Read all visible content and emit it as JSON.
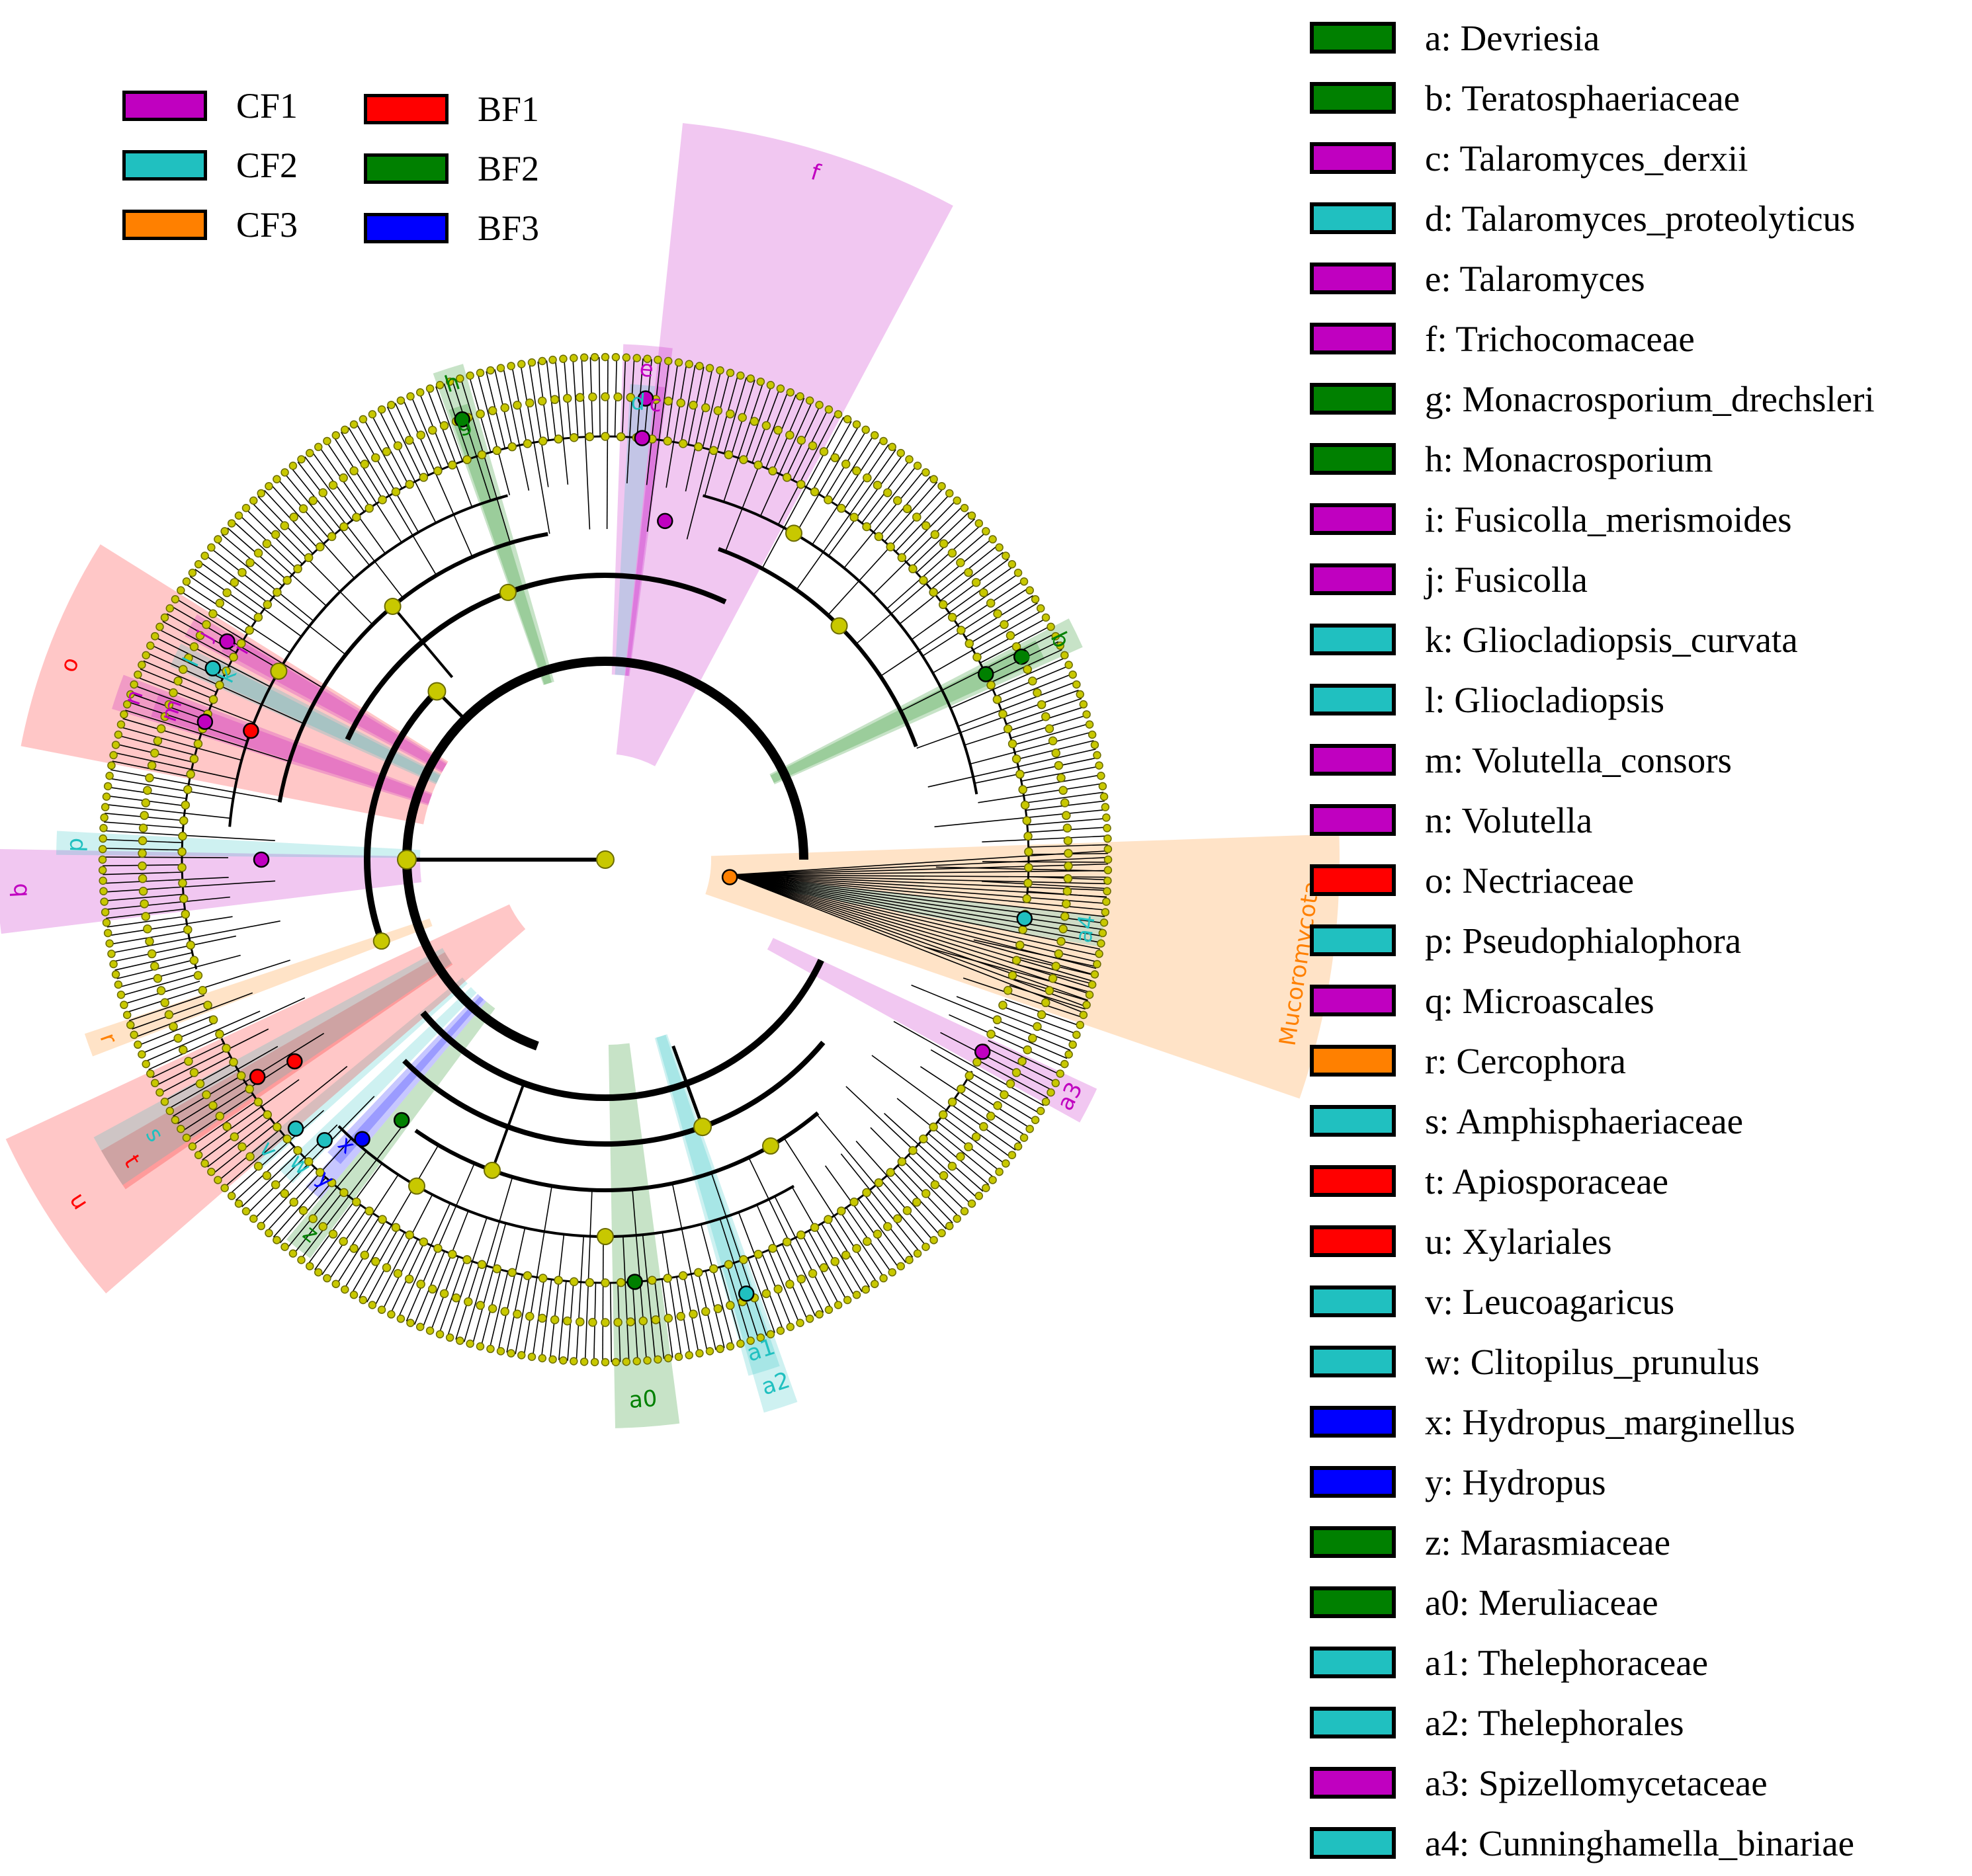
{
  "groups": [
    {
      "label": "CF1",
      "color": "#c000c0"
    },
    {
      "label": "CF2",
      "color": "#20c0c0"
    },
    {
      "label": "CF3",
      "color": "#ff8000"
    },
    {
      "label": "BF1",
      "color": "#ff0000"
    },
    {
      "label": "BF2",
      "color": "#008000"
    },
    {
      "label": "BF3",
      "color": "#0000ff"
    }
  ],
  "taxa": [
    {
      "key": "a",
      "text": "a: Devriesia",
      "group": "BF2"
    },
    {
      "key": "b",
      "text": "b: Teratosphaeriaceae",
      "group": "BF2"
    },
    {
      "key": "c",
      "text": "c: Talaromyces_derxii",
      "group": "CF1"
    },
    {
      "key": "d",
      "text": "d: Talaromyces_proteolyticus",
      "group": "CF2"
    },
    {
      "key": "e",
      "text": "e: Talaromyces",
      "group": "CF1"
    },
    {
      "key": "f",
      "text": "f: Trichocomaceae",
      "group": "CF1"
    },
    {
      "key": "g",
      "text": "g: Monacrosporium_drechsleri",
      "group": "BF2"
    },
    {
      "key": "h",
      "text": "h: Monacrosporium",
      "group": "BF2"
    },
    {
      "key": "i",
      "text": "i: Fusicolla_merismoides",
      "group": "CF1"
    },
    {
      "key": "j",
      "text": "j: Fusicolla",
      "group": "CF1"
    },
    {
      "key": "k",
      "text": "k: Gliocladiopsis_curvata",
      "group": "CF2"
    },
    {
      "key": "l",
      "text": "l: Gliocladiopsis",
      "group": "CF2"
    },
    {
      "key": "m",
      "text": "m: Volutella_consors",
      "group": "CF1"
    },
    {
      "key": "n",
      "text": "n: Volutella",
      "group": "CF1"
    },
    {
      "key": "o",
      "text": "o: Nectriaceae",
      "group": "BF1"
    },
    {
      "key": "p",
      "text": "p: Pseudophialophora",
      "group": "CF2"
    },
    {
      "key": "q",
      "text": "q: Microascales",
      "group": "CF1"
    },
    {
      "key": "r",
      "text": "r: Cercophora",
      "group": "CF3"
    },
    {
      "key": "s",
      "text": "s: Amphisphaeriaceae",
      "group": "CF2"
    },
    {
      "key": "t",
      "text": "t: Apiosporaceae",
      "group": "BF1"
    },
    {
      "key": "u",
      "text": "u: Xylariales",
      "group": "BF1"
    },
    {
      "key": "v",
      "text": "v: Leucoagaricus",
      "group": "CF2"
    },
    {
      "key": "w",
      "text": "w: Clitopilus_prunulus",
      "group": "CF2"
    },
    {
      "key": "x",
      "text": "x: Hydropus_marginellus",
      "group": "BF3"
    },
    {
      "key": "y",
      "text": "y: Hydropus",
      "group": "BF3"
    },
    {
      "key": "z",
      "text": "z: Marasmiaceae",
      "group": "BF2"
    },
    {
      "key": "a0",
      "text": "a0: Meruliaceae",
      "group": "BF2"
    },
    {
      "key": "a1",
      "text": "a1: Thelephoraceae",
      "group": "CF2"
    },
    {
      "key": "a2",
      "text": "a2: Thelephorales",
      "group": "CF2"
    },
    {
      "key": "a3",
      "text": "a3: Spizellomycetaceae",
      "group": "CF1"
    },
    {
      "key": "a4",
      "text": "a4: Cunninghamella_binariae",
      "group": "CF2"
    }
  ],
  "clade_labels": [
    {
      "text": "f",
      "group": "CF1"
    },
    {
      "text": "e",
      "group": "CF1"
    },
    {
      "text": "d",
      "group": "CF2"
    },
    {
      "text": "c",
      "group": "CF1"
    },
    {
      "text": "h",
      "group": "BF2"
    },
    {
      "text": "g",
      "group": "BF2"
    },
    {
      "text": "b",
      "group": "BF2"
    },
    {
      "text": "a",
      "group": "BF2"
    },
    {
      "text": "Mucoromycota",
      "group": "CF3"
    },
    {
      "text": "a4",
      "group": "CF2"
    },
    {
      "text": "a3",
      "group": "CF1"
    },
    {
      "text": "a2",
      "group": "CF2"
    },
    {
      "text": "a1",
      "group": "CF2"
    },
    {
      "text": "a0",
      "group": "BF2"
    },
    {
      "text": "z",
      "group": "BF2"
    },
    {
      "text": "y",
      "group": "BF3"
    },
    {
      "text": "x",
      "group": "BF3"
    },
    {
      "text": "w",
      "group": "CF2"
    },
    {
      "text": "v",
      "group": "CF2"
    },
    {
      "text": "u",
      "group": "BF1"
    },
    {
      "text": "t",
      "group": "BF1"
    },
    {
      "text": "s",
      "group": "CF2"
    },
    {
      "text": "r",
      "group": "CF3"
    },
    {
      "text": "q",
      "group": "CF1"
    },
    {
      "text": "p",
      "group": "CF2"
    },
    {
      "text": "o",
      "group": "BF1"
    },
    {
      "text": "n",
      "group": "CF1"
    },
    {
      "text": "m",
      "group": "CF1"
    },
    {
      "text": "l",
      "group": "CF2"
    },
    {
      "text": "k",
      "group": "CF2"
    },
    {
      "text": "j",
      "group": "CF1"
    },
    {
      "text": "i",
      "group": "CF1"
    }
  ],
  "colors": {
    "node_fill": "#c8c800",
    "node_stroke": "#6b6b00",
    "branch": "#000000"
  }
}
